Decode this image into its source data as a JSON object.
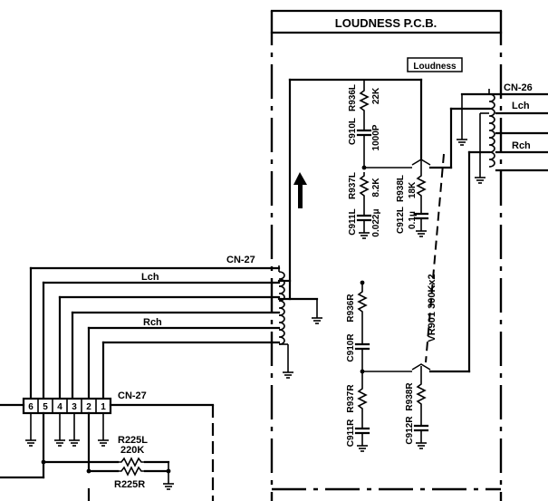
{
  "pcb_title": "LOUDNESS P.C.B.",
  "loudness_label": "Loudness",
  "connectors": {
    "cn26": "CN-26",
    "cn27_top": "CN-27",
    "cn27_bottom": "CN-27"
  },
  "channels": {
    "lch_left": "Lch",
    "rch_left": "Rch",
    "lch_right": "Lch",
    "rch_right": "Rch"
  },
  "pins": [
    "6",
    "5",
    "4",
    "3",
    "2",
    "1"
  ],
  "components": {
    "r936l_ref": "R936L",
    "r936l_val": "22K",
    "c910l_ref": "C910L",
    "c910l_val": "1000P",
    "r937l_ref": "R937L",
    "r937l_val": "8.2K",
    "c911l_ref": "C911L",
    "c911l_val": "0.022μ",
    "r938l_ref": "R938L",
    "r938l_val": "18K",
    "c912l_ref": "C912L",
    "c912l_val": "0.1μ",
    "vr901_ref": "VR901",
    "vr901_val": "300Kx2",
    "r936r_ref": "R936R",
    "c910r_ref": "C910R",
    "r937r_ref": "R937R",
    "c911r_ref": "C911R",
    "r938r_ref": "R938R",
    "c912r_ref": "C912R",
    "r225l_ref": "R225L",
    "r225_val": "220K",
    "r225r_ref": "R225R"
  }
}
